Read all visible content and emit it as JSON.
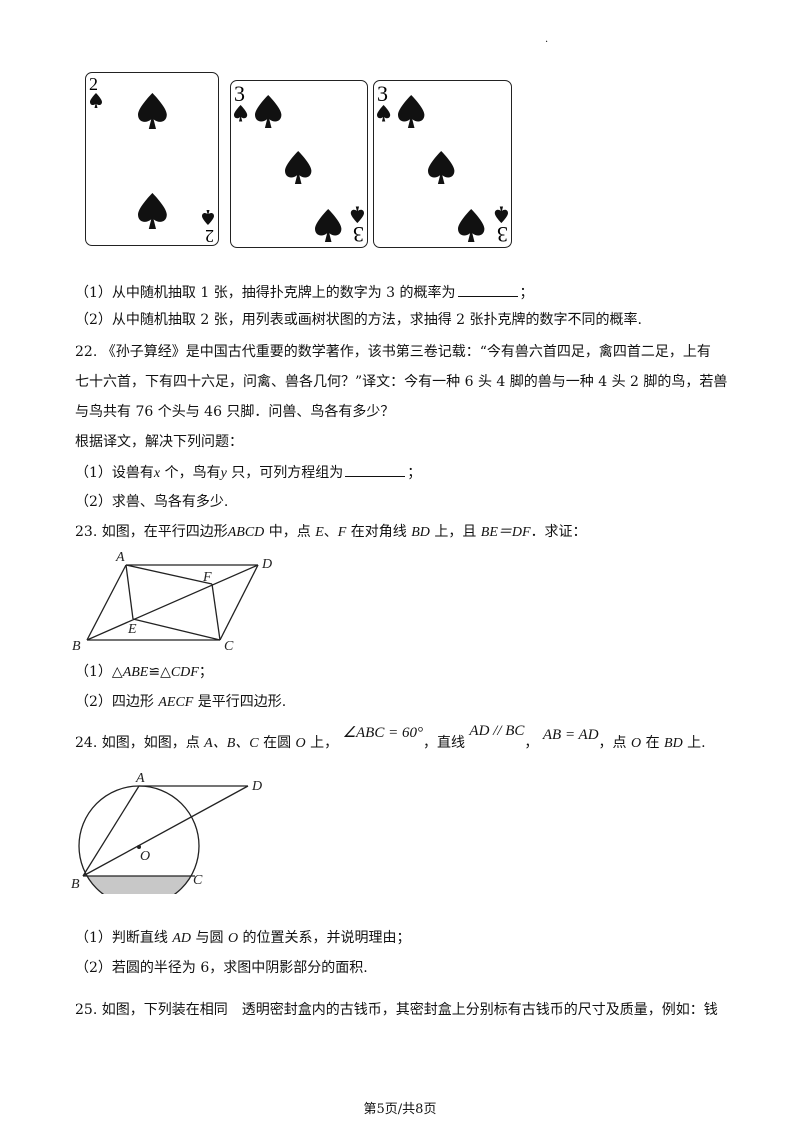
{
  "cards": [
    {
      "rank": "2",
      "suit": "spade-icon"
    },
    {
      "rank": "3",
      "suit": "spade-icon"
    },
    {
      "rank": "3",
      "suit": "spade-icon"
    }
  ],
  "q21": {
    "p1_pre": "（1）从中随机抽取 1 张，抽得扑克牌上的数字为 3 的概率为",
    "p1_post": "；",
    "p2": "（2）从中随机抽取 2 张，用列表或画树状图的方法，求抽得 2 张扑克牌的数字不同的概率."
  },
  "q22": {
    "line1": "22. 《孙子算经》是中国古代重要的数学著作，该书第三卷记载：“今有兽六首四足，禽四首二足，上有",
    "line2": "七十六首，下有四十六足，问禽、兽各几何？”译文：今有一种 6 头 4 脚的兽与一种 4 头 2 脚的鸟，若兽",
    "line3": "与鸟共有 76 个头与 46 只脚．问兽、鸟各有多少？",
    "line4": "根据译文，解决下列问题：",
    "p1_a": "（1）设兽有",
    "p1_x": "x",
    "p1_b": " 个，鸟有",
    "p1_y": "y",
    "p1_c": " 只，可列方程组为",
    "p1_post": "；",
    "p2": "（2）求兽、鸟各有多少."
  },
  "q23": {
    "stem_a": "23. 如图，在平行四边形",
    "abcd": "ABCD",
    "stem_b": " 中，点 ",
    "e": "E",
    "stem_c": "、",
    "f": "F",
    "stem_d": " 在对角线 ",
    "bd": "BD",
    "stem_e": " 上，且 ",
    "cond": "BE＝DF",
    "stem_f": "．求证：",
    "labels": {
      "A": "A",
      "B": "B",
      "C": "C",
      "D": "D",
      "E": "E",
      "F": "F"
    },
    "p1_a": "（1）△",
    "p1_abe": "ABE",
    "p1_b": "≌△",
    "p1_cdf": "CDF",
    "p1_c": "；",
    "p2_a": "（2）四边形 ",
    "p2_aecf": "AECF",
    "p2_b": " 是平行四边形."
  },
  "q24": {
    "stem_a": "24. 如图，如图，点 ",
    "abc": "A、B、C",
    "stem_b": " 在圆 ",
    "o": "O",
    "stem_c": " 上，",
    "angle": "∠ABC = 60°",
    "stem_d": "，直线",
    "parallel": "AD // BC",
    "stem_e": "，",
    "eq": "AB = AD",
    "stem_f": "，点 ",
    "o2": "O",
    "stem_g": " 在 ",
    "bd": "BD",
    "stem_h": " 上.",
    "labels": {
      "A": "A",
      "B": "B",
      "C": "C",
      "D": "D",
      "O": "O"
    },
    "p1_a": "（1）判断直线 ",
    "p1_ad": "AD",
    "p1_b": " 与圆 ",
    "p1_o": "O",
    "p1_c": " 的位置关系，并说明理由；",
    "p2": "（2）若圆的半径为 6，求图中阴影部分的面积."
  },
  "q25": {
    "line1": "25. 如图，下列装在相同　透明密封盒内的古钱币，其密封盒上分别标有古钱币的尺寸及质量，例如：钱"
  },
  "footer": "第5页/共8页",
  "top_mark": "."
}
